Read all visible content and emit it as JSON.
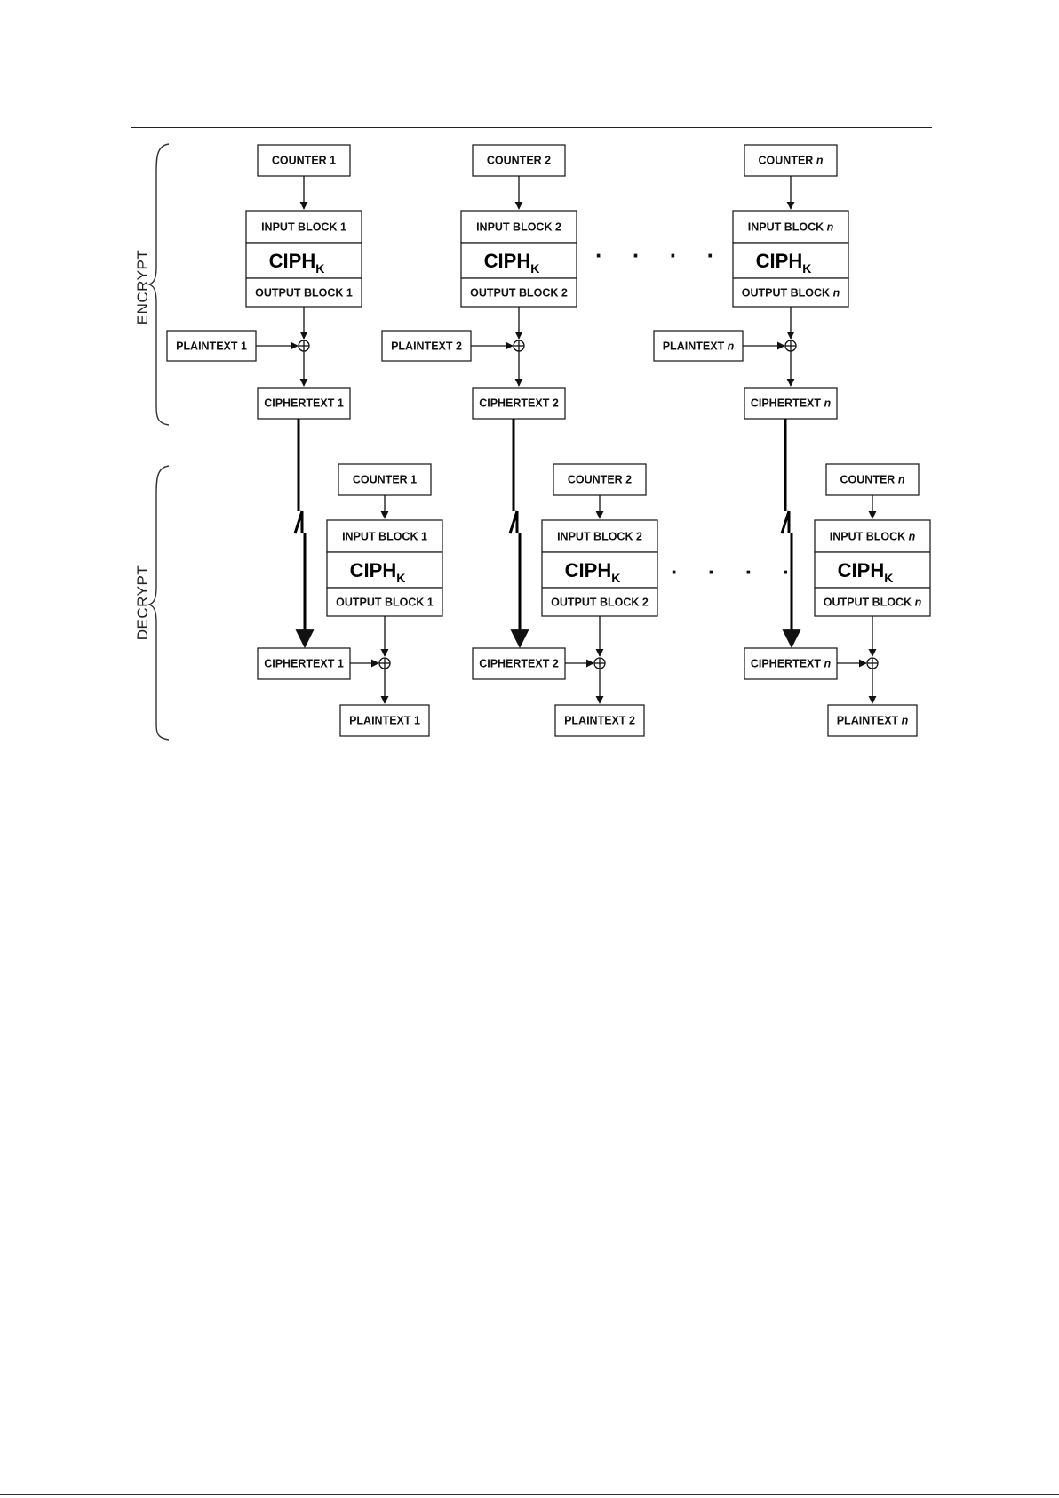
{
  "labels": {
    "encrypt": "ENCRYPT",
    "decrypt": "DECRYPT",
    "ciph": "CIPH",
    "ciph_sub": "K",
    "dots": "· · · · ·"
  },
  "encrypt": [
    {
      "counter_prefix": "COUNTER ",
      "counter_idx": "1",
      "input_prefix": "INPUT BLOCK ",
      "input_idx": "1",
      "output_prefix": "OUTPUT BLOCK ",
      "output_idx": "1",
      "plaintext_prefix": "PLAINTEXT ",
      "plaintext_idx": "1",
      "ciphertext_prefix": "CIPHERTEXT ",
      "ciphertext_idx": "1"
    },
    {
      "counter_prefix": "COUNTER ",
      "counter_idx": "2",
      "input_prefix": "INPUT BLOCK ",
      "input_idx": "2",
      "output_prefix": "OUTPUT BLOCK ",
      "output_idx": "2",
      "plaintext_prefix": "PLAINTEXT ",
      "plaintext_idx": "2",
      "ciphertext_prefix": "CIPHERTEXT ",
      "ciphertext_idx": "2"
    },
    {
      "counter_prefix": "COUNTER ",
      "counter_idx": "n",
      "input_prefix": "INPUT BLOCK ",
      "input_idx": "n",
      "output_prefix": "OUTPUT BLOCK ",
      "output_idx": "n",
      "plaintext_prefix": "PLAINTEXT ",
      "plaintext_idx": "n",
      "ciphertext_prefix": "CIPHERTEXT ",
      "ciphertext_idx": "n"
    }
  ],
  "decrypt": [
    {
      "counter_prefix": "COUNTER ",
      "counter_idx": "1",
      "input_prefix": "INPUT BLOCK ",
      "input_idx": "1",
      "output_prefix": "OUTPUT BLOCK ",
      "output_idx": "1",
      "ciphertext_prefix": "CIPHERTEXT ",
      "ciphertext_idx": "1",
      "plaintext_prefix": "PLAINTEXT ",
      "plaintext_idx": "1"
    },
    {
      "counter_prefix": "COUNTER ",
      "counter_idx": "2",
      "input_prefix": "INPUT BLOCK ",
      "input_idx": "2",
      "output_prefix": "OUTPUT BLOCK ",
      "output_idx": "2",
      "ciphertext_prefix": "CIPHERTEXT ",
      "ciphertext_idx": "2",
      "plaintext_prefix": "PLAINTEXT ",
      "plaintext_idx": "2"
    },
    {
      "counter_prefix": "COUNTER ",
      "counter_idx": "n",
      "input_prefix": "INPUT BLOCK ",
      "input_idx": "n",
      "output_prefix": "OUTPUT BLOCK ",
      "output_idx": "n",
      "ciphertext_prefix": "CIPHERTEXT ",
      "ciphertext_idx": "n",
      "plaintext_prefix": "PLAINTEXT ",
      "plaintext_idx": "n"
    }
  ]
}
